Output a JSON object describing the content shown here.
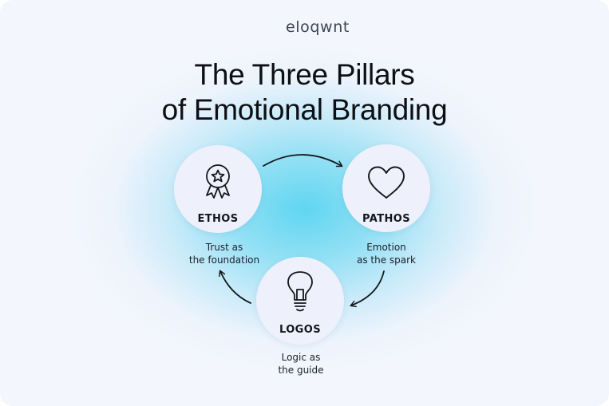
{
  "brand": {
    "name": "eloqwnt",
    "mark_icon": "waveform-logo-icon"
  },
  "title": {
    "line1": "The Three Pillars",
    "line2": "of Emotional Branding"
  },
  "pillars": [
    {
      "label": "ETHOS",
      "icon": "award-ribbon-icon",
      "caption_line1": "Trust as",
      "caption_line2": "the foundation"
    },
    {
      "label": "PATHOS",
      "icon": "heart-icon",
      "caption_line1": "Emotion",
      "caption_line2": "as the spark"
    },
    {
      "label": "LOGOS",
      "icon": "lightbulb-icon",
      "caption_line1": "Logic as",
      "caption_line2": "the guide"
    }
  ],
  "cycle": [
    "ETHOS",
    "PATHOS",
    "LOGOS",
    "ETHOS"
  ],
  "colors": {
    "glow": "#58d4f0",
    "circle_fill": "#eef0fc",
    "text": "#0d0f14"
  }
}
